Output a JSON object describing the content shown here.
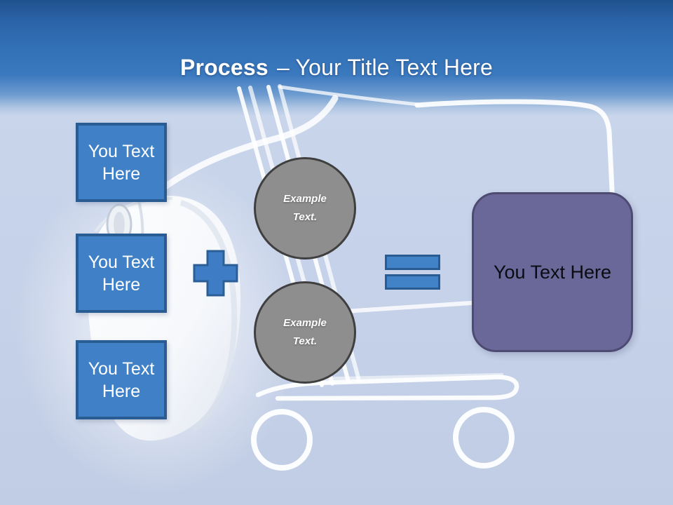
{
  "title": {
    "emphasis": "Process",
    "rest": "– Your Title Text Here"
  },
  "steps": [
    {
      "label": "You Text Here"
    },
    {
      "label": "You Text Here"
    },
    {
      "label": "You Text Here"
    }
  ],
  "examples": [
    {
      "label": "Example Text."
    },
    {
      "label": "Example Text."
    }
  ],
  "result": {
    "label": "You Text Here"
  },
  "operators": [
    "plus",
    "equals"
  ],
  "background_art": [
    "computer-mouse",
    "shopping-cart",
    "mouse-cable"
  ],
  "colors": {
    "header_top": "#1E518E",
    "header_mid": "#3B79BF",
    "background": "#C6D2E9",
    "step_fill": "#3F80C6",
    "step_border": "#2A5C94",
    "circle_fill": "#8E8E8E",
    "circle_border": "#3F3F3F",
    "result_fill": "#6A6899",
    "result_border": "#4E4B73",
    "result_text": "#0B0B13",
    "title_text": "#FFFFFF"
  }
}
